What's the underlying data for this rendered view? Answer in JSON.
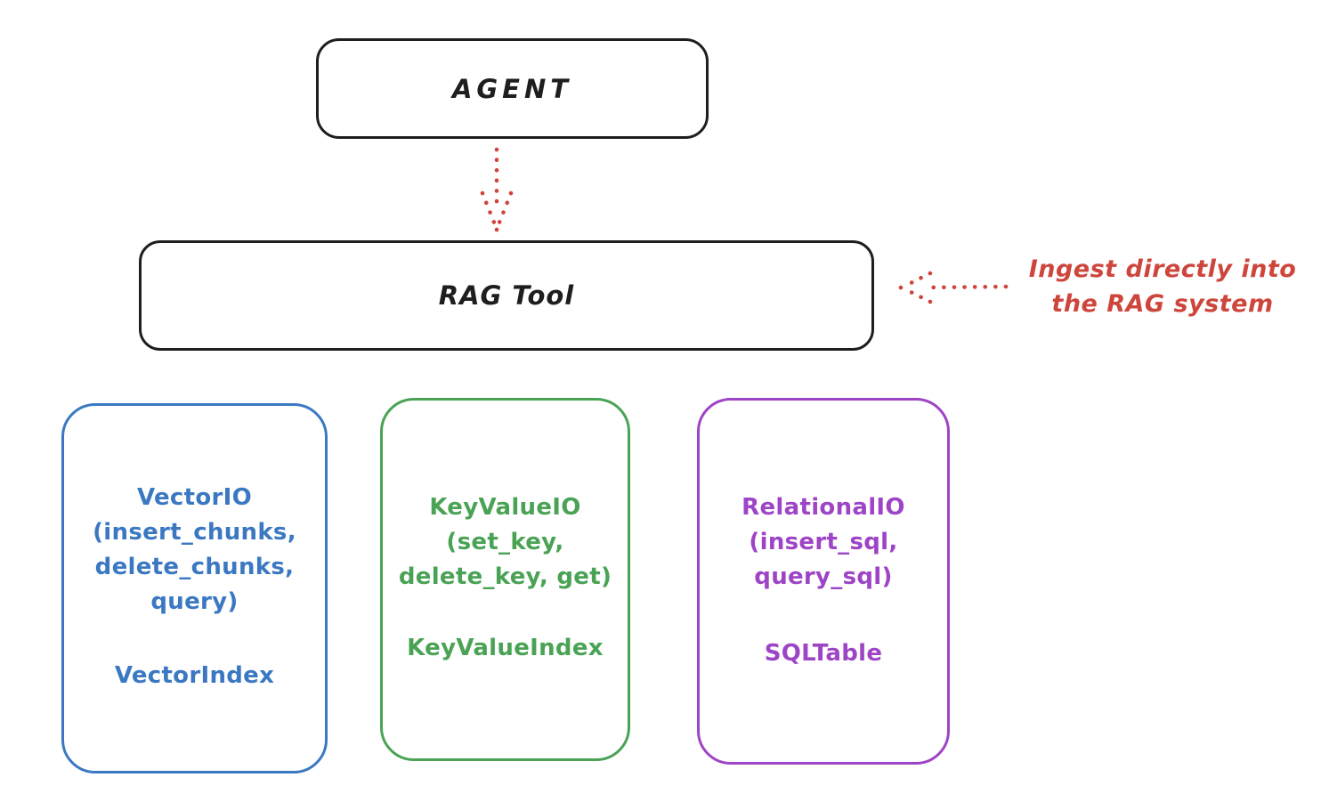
{
  "diagram": {
    "agent": {
      "label": "AGENT"
    },
    "rag_tool": {
      "label": "RAG Tool"
    },
    "annotation": {
      "line1": "Ingest directly into",
      "line2": "the RAG system"
    },
    "backends": [
      {
        "name": "VectorIO",
        "color": "#3b78c2",
        "io_lines": [
          "VectorIO",
          "(insert_chunks,",
          "delete_chunks,",
          "query)"
        ],
        "index_label": "VectorIndex"
      },
      {
        "name": "KeyValueIO",
        "color": "#4aa355",
        "io_lines": [
          "KeyValueIO",
          "(set_key,",
          "delete_key, get)"
        ],
        "index_label": "KeyValueIndex"
      },
      {
        "name": "RelationalIO",
        "color": "#9e44c6",
        "io_lines": [
          "RelationalIO",
          "(insert_sql,",
          "query_sql)"
        ],
        "index_label": "SQLTable"
      }
    ],
    "colors": {
      "stroke": "#1e1e1e",
      "red": "#ce453c",
      "blue": "#3b78c2",
      "green": "#4aa355",
      "purple": "#9e44c6",
      "background": "#ffffff"
    }
  }
}
